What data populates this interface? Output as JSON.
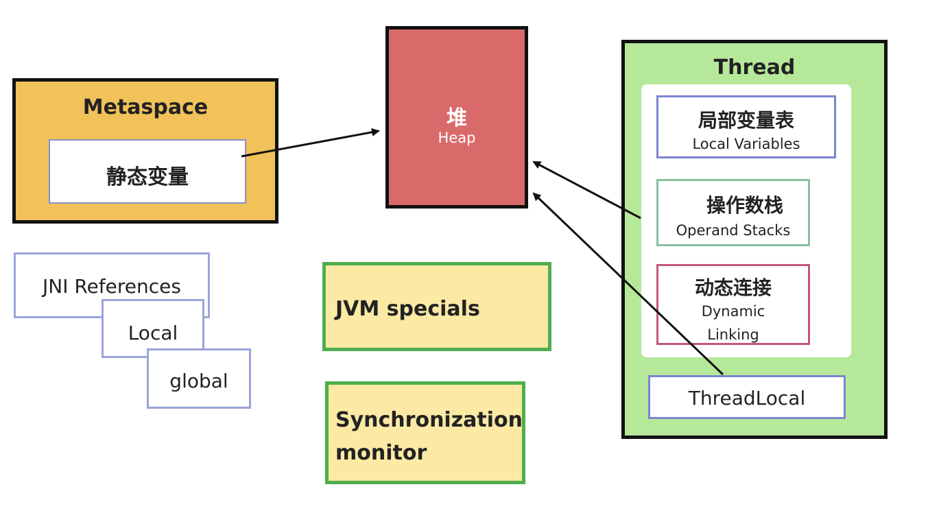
{
  "metaspace": {
    "title": "Metaspace",
    "static_variables": "静态变量"
  },
  "heap": {
    "title_zh": "堆",
    "title_en": "Heap"
  },
  "thread": {
    "title": "Thread",
    "local_variables_zh": "局部变量表",
    "local_variables_en": "Local Variables",
    "operand_stacks_zh": "操作数栈",
    "operand_stacks_en": "Operand Stacks",
    "dynamic_linking_zh": "动态连接",
    "dynamic_linking_en_1": "Dynamic",
    "dynamic_linking_en_2": "Linking",
    "thread_local": "ThreadLocal"
  },
  "jni": {
    "references": "JNI References",
    "local": "Local",
    "global": "global"
  },
  "jvm_specials": "JVM specials",
  "sync_monitor": {
    "line1": "Synchronization",
    "line2": "monitor"
  }
}
